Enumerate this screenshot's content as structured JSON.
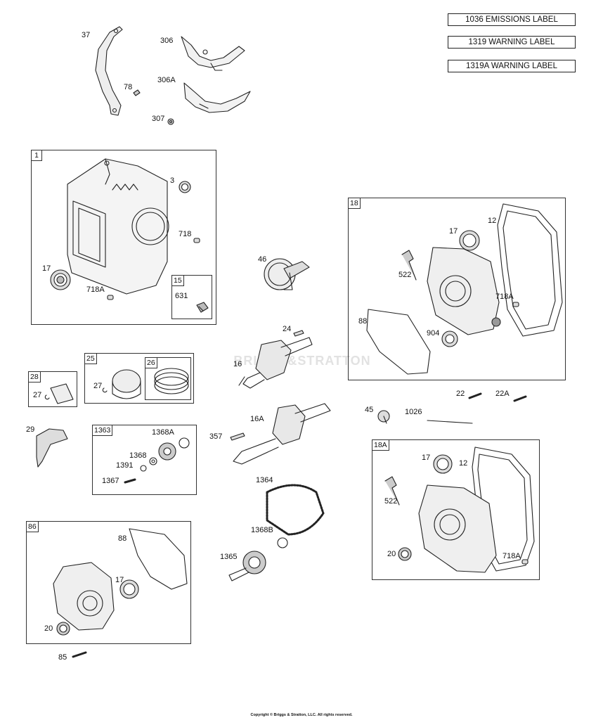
{
  "legend": {
    "emissions": "1036 EMISSIONS LABEL",
    "warning": "1319 WARNING LABEL",
    "warning_a": "1319A WARNING LABEL"
  },
  "watermark": "BRIGGS&STRATTON",
  "copyright": "Copyright © Briggs & Stratton, LLC. All rights reserved.",
  "groups": {
    "g1": "1",
    "g15": "15",
    "g18": "18",
    "g18a": "18A",
    "g25": "25",
    "g26": "26",
    "g28": "28",
    "g86": "86",
    "g1363": "1363"
  },
  "labels": {
    "p37": "37",
    "p306": "306",
    "p78": "78",
    "p306a": "306A",
    "p307": "307",
    "p3": "3",
    "p718": "718",
    "p17_engine": "17",
    "p718a_engine": "718A",
    "p631": "631",
    "p46": "46",
    "p24": "24",
    "p16": "16",
    "p16a": "16A",
    "p357": "357",
    "p17_18": "17",
    "p12_18": "12",
    "p522_18": "522",
    "p718a_18": "718A",
    "p88_18": "88",
    "p904": "904",
    "p22": "22",
    "p22a": "22A",
    "p45": "45",
    "p1026": "1026",
    "p17_18a": "17",
    "p12_18a": "12",
    "p522_18a": "522",
    "p20_18a": "20",
    "p718a_18a": "718A",
    "p27_28": "27",
    "p27_25": "27",
    "p29": "29",
    "p1368a": "1368A",
    "p1368": "1368",
    "p1391": "1391",
    "p1367": "1367",
    "p1364": "1364",
    "p1368b": "1368B",
    "p1365": "1365",
    "p88_86": "88",
    "p17_86": "17",
    "p20_86": "20",
    "p85": "85"
  }
}
